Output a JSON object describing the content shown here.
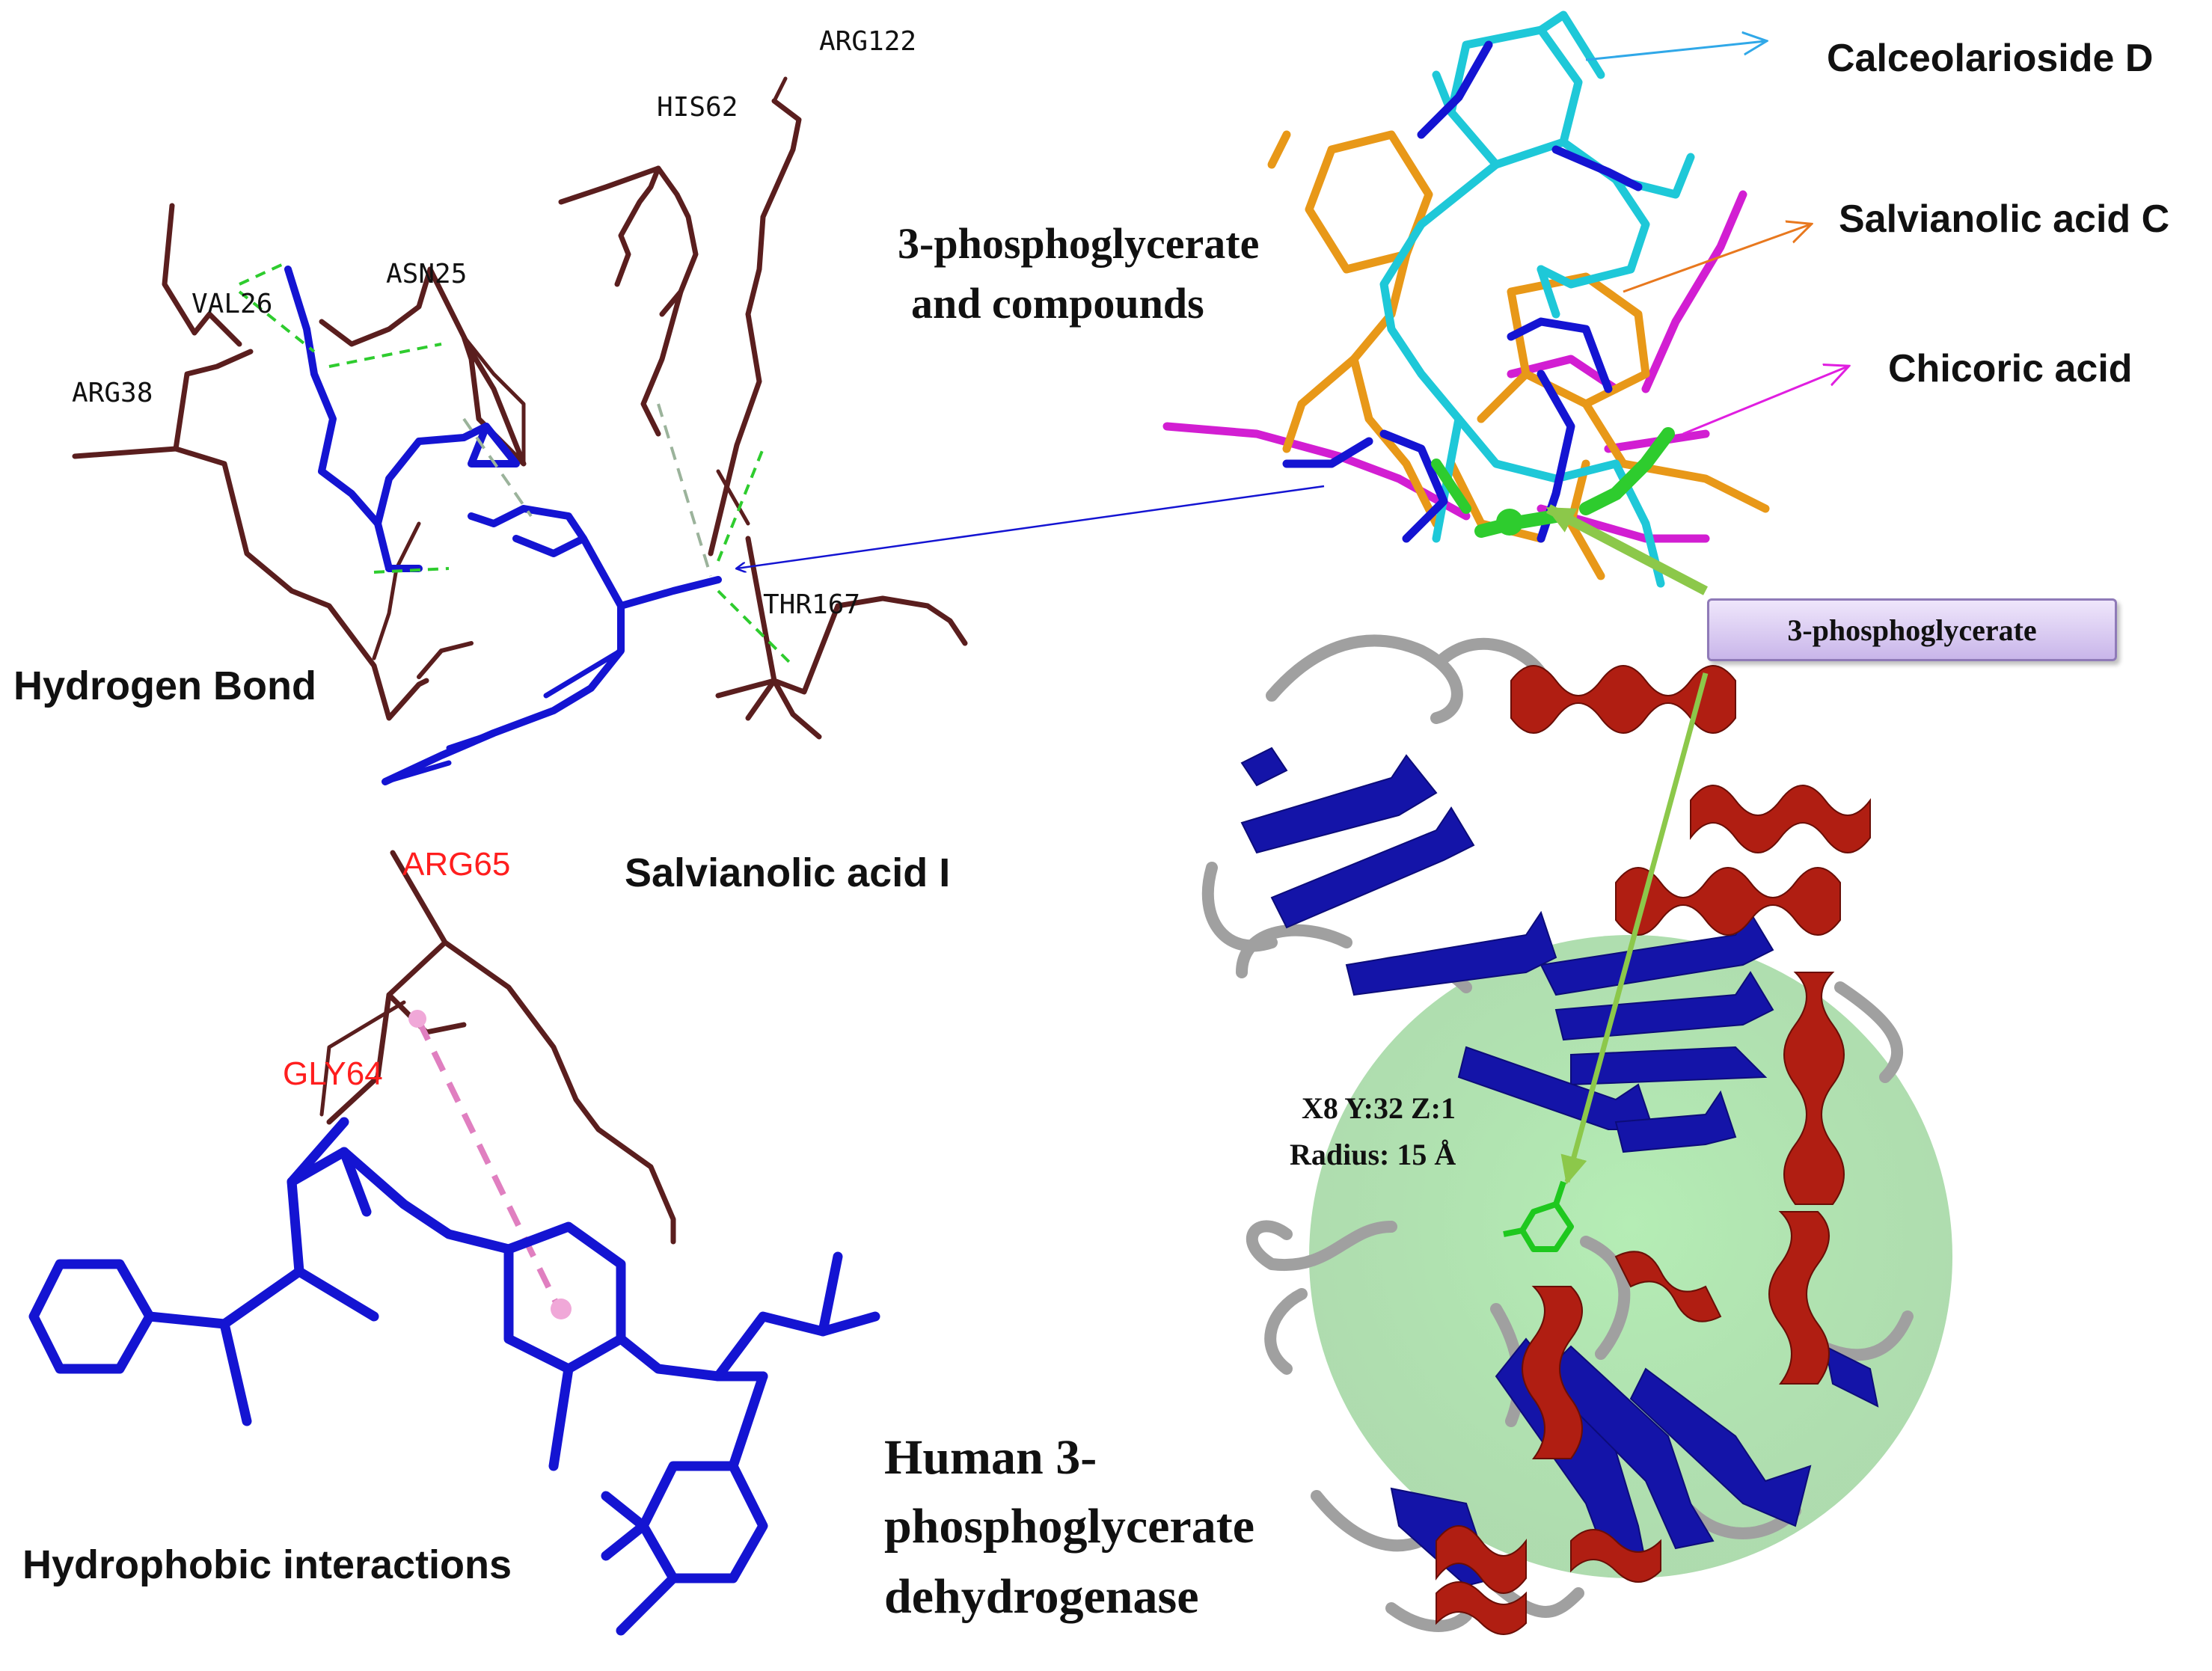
{
  "panel_labels": {
    "hydrogen_bond": "Hydrogen Bond",
    "hydrophobic": "Hydrophobic interactions",
    "salvianolic_i": "Salvianolic acid I",
    "complex_title_line1": "3-phosphoglycerate",
    "complex_title_line2": "and compounds",
    "protein_line1": "Human 3-",
    "protein_line2": "phosphoglycerate",
    "protein_line3": "dehydrogenase",
    "ligand_box": "3-phosphoglycerate",
    "site_line1": "X8 Y:32 Z:1",
    "site_line2": "Radius: 15 Å"
  },
  "compounds": {
    "calceolarioside": "Calceolarioside D",
    "salvianolic_c": "Salvianolic acid C",
    "chicoric": "Chicoric acid"
  },
  "residues_hbond": {
    "arg122": "ARG122",
    "his62": "HIS62",
    "asn25": "ASN25",
    "val26": "VAL26",
    "arg38": "ARG38",
    "thr167": "THR167"
  },
  "residues_hydrophobic": {
    "arg65": "ARG65",
    "gly64": "GLY64"
  },
  "colors": {
    "residue": "#5a1e1e",
    "ligand": "#1414d2",
    "hbond": "#2ecc2e",
    "hydrophobic": "#e07fc0",
    "calceolarioside": "#1ec8d8",
    "salvianolic_c": "#e89818",
    "chicoric": "#d21ed2",
    "pointer_green": "#8cc84a",
    "helix": "#b01e12",
    "strand": "#1414a8",
    "coil": "#a0a0a0",
    "site_sphere": "#9ed89e",
    "residue_label_red": "#ff1e1e"
  }
}
